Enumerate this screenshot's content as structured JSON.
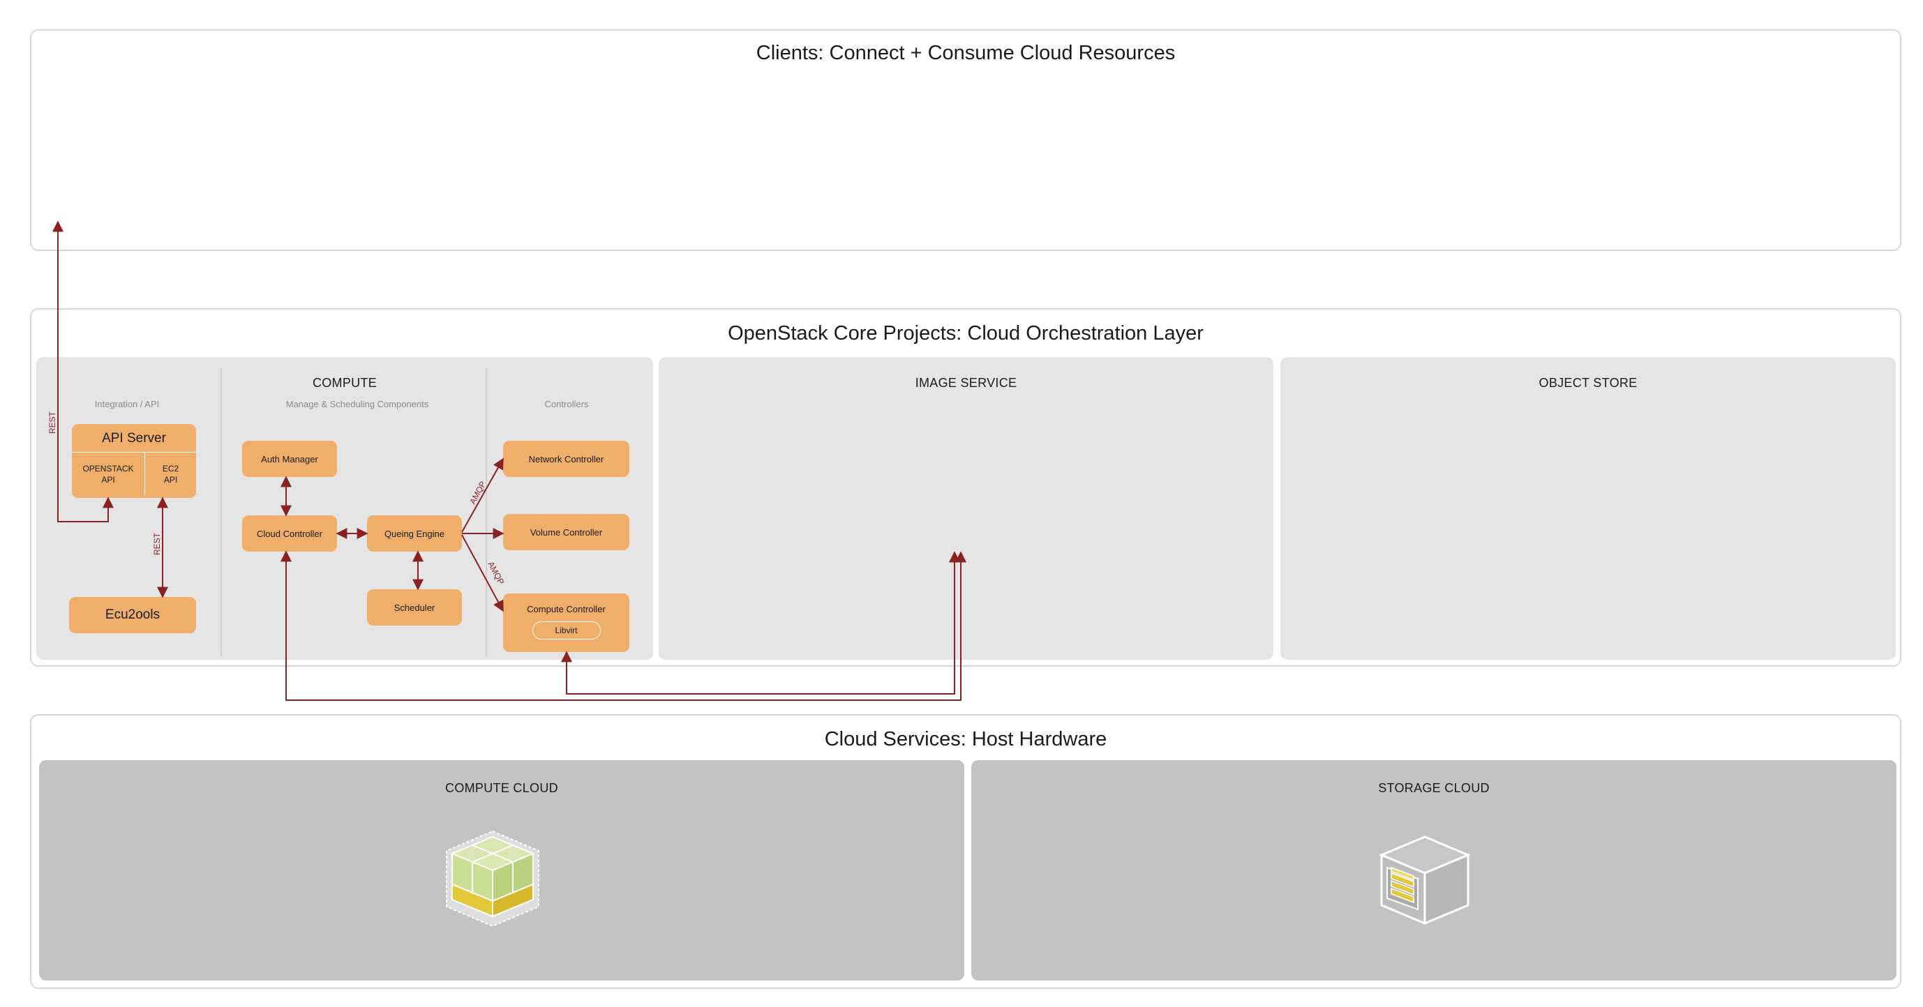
{
  "layers": {
    "clients": {
      "title": "Clients: Connect + Consume Cloud Resources"
    },
    "core": {
      "title": "OpenStack Core Projects: Cloud Orchestration Layer"
    },
    "hardware": {
      "title": "Cloud Services: Host Hardware"
    }
  },
  "compute": {
    "title": "COMPUTE",
    "integration_heading": "Integration / API",
    "manage_heading": "Manage & Scheduling Components",
    "controllers_heading": "Controllers",
    "api_server": {
      "label": "API Server",
      "openstack_api": "OPENSTACK API",
      "ec2_api": "EC2 API"
    },
    "euca2ools": "Ecu2ools",
    "auth_manager": "Auth Manager",
    "cloud_controller": "Cloud Controller",
    "queuing_engine": "Queing Engine",
    "scheduler": "Scheduler",
    "network_controller": "Network Controller",
    "volume_controller": "Volume Controller",
    "compute_controller": "Compute Controller",
    "libvirt": "Libvirt"
  },
  "image_service": {
    "title": "IMAGE SERVICE"
  },
  "object_store": {
    "title": "OBJECT STORE"
  },
  "compute_cloud": {
    "title": "COMPUTE CLOUD",
    "icon": "compute-cube-icon"
  },
  "storage_cloud": {
    "title": "STORAGE CLOUD",
    "icon": "storage-cube-icon"
  },
  "edge_labels": {
    "rest_left": "REST",
    "rest_api": "REST",
    "amqp_up": "AMQP",
    "amqp_down": "AMQP"
  },
  "colors": {
    "accent": "#f0ae6b",
    "arrow": "#8b2222",
    "panel_light": "#e5e5e5",
    "panel_dark": "#c3c3c3",
    "green": "#c9df94",
    "yellow": "#e3c93a"
  }
}
